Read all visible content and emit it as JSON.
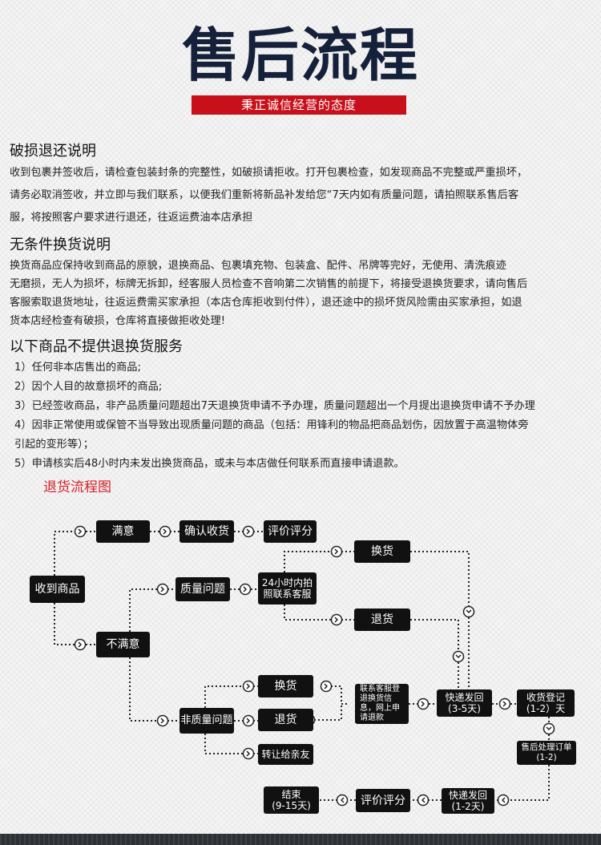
{
  "header": {
    "title": "售后流程",
    "subtitle": "秉正诚信经营的态度"
  },
  "damage_section": {
    "heading": "破损退还说明",
    "lines": [
      "收到包裹并签收后，请检查包装封条的完整性，如破损请拒收。打开包裹检查，如发现商品不完整或严重损坏，",
      "请务必取消签收，并立即与我们联系，以便我们重新将新品补发给您“7天内如有质量问题，请拍照联系售后客",
      "服，将按照客户要求进行退还，往返运费油本店承担"
    ]
  },
  "exchange_section": {
    "heading": "无条件换货说明",
    "lines": [
      "换货商品应保持收到商品的原貌，退换商品、包裹填充物、包装盒、配件、吊牌等完好，无使用、清洗痕迹",
      "无磨损，无人为损坏，标牌无拆卸，经客服人员检查不音响第二次销售的前提下，将接受退换货要求，请向售后",
      "客服索取退货地址，往返运费需买家承担（本店仓库拒收到付件），退还途中的损坏货风险需由买家承担，如退",
      "货本店经检查有破损，仓库将直接做拒收处理!"
    ]
  },
  "no_return_section": {
    "heading": "以下商品不提供退换货服务",
    "lines": [
      "1）任何非本店售出的商品;",
      "2）因个人目的故意损坏的商品;",
      "3）已经签收商品，非产品质量问题超出7天退换货申请不予办理，质量问题超出一个月提出退换货申请不予办理",
      "4）因非正常使用或保管不当导致出现质量问题的商品（包括：用锋利的物品把商品划伤，因放置于高温物体旁",
      "引起的变形等）；",
      "5）申请核实后48小时内未发出换货商品，或未与本店做任何联系而直接申请退款。"
    ]
  },
  "flow": {
    "heading": "退货流程图",
    "nodes": {
      "received": "收到商品",
      "satisfied": "满意",
      "confirm": "确认收货",
      "review_top": "评价评分",
      "unsatisfied": "不满意",
      "quality": "质量问题",
      "contact24": [
        "24小时内拍",
        "照联系客服"
      ],
      "exchange_top": "换货",
      "return_top": "退货",
      "non_quality": "非质量问题",
      "exchange_mid": "换货",
      "return_mid": "退货",
      "gift": "转让给亲友",
      "register": [
        "联系客服登",
        "退换货信",
        "息，网上申",
        "请退款"
      ],
      "ship_back": [
        "快递发回",
        "(3-5天)"
      ],
      "receive_register": [
        "收货登记",
        "(1-2）天"
      ],
      "after_sale": [
        "售后处理订单",
        "(1-2)"
      ],
      "ship_back2": [
        "快递发回",
        "(1-2天)"
      ],
      "review_bottom": "评价评分",
      "end": [
        "结束",
        "(9-15天)"
      ]
    }
  }
}
